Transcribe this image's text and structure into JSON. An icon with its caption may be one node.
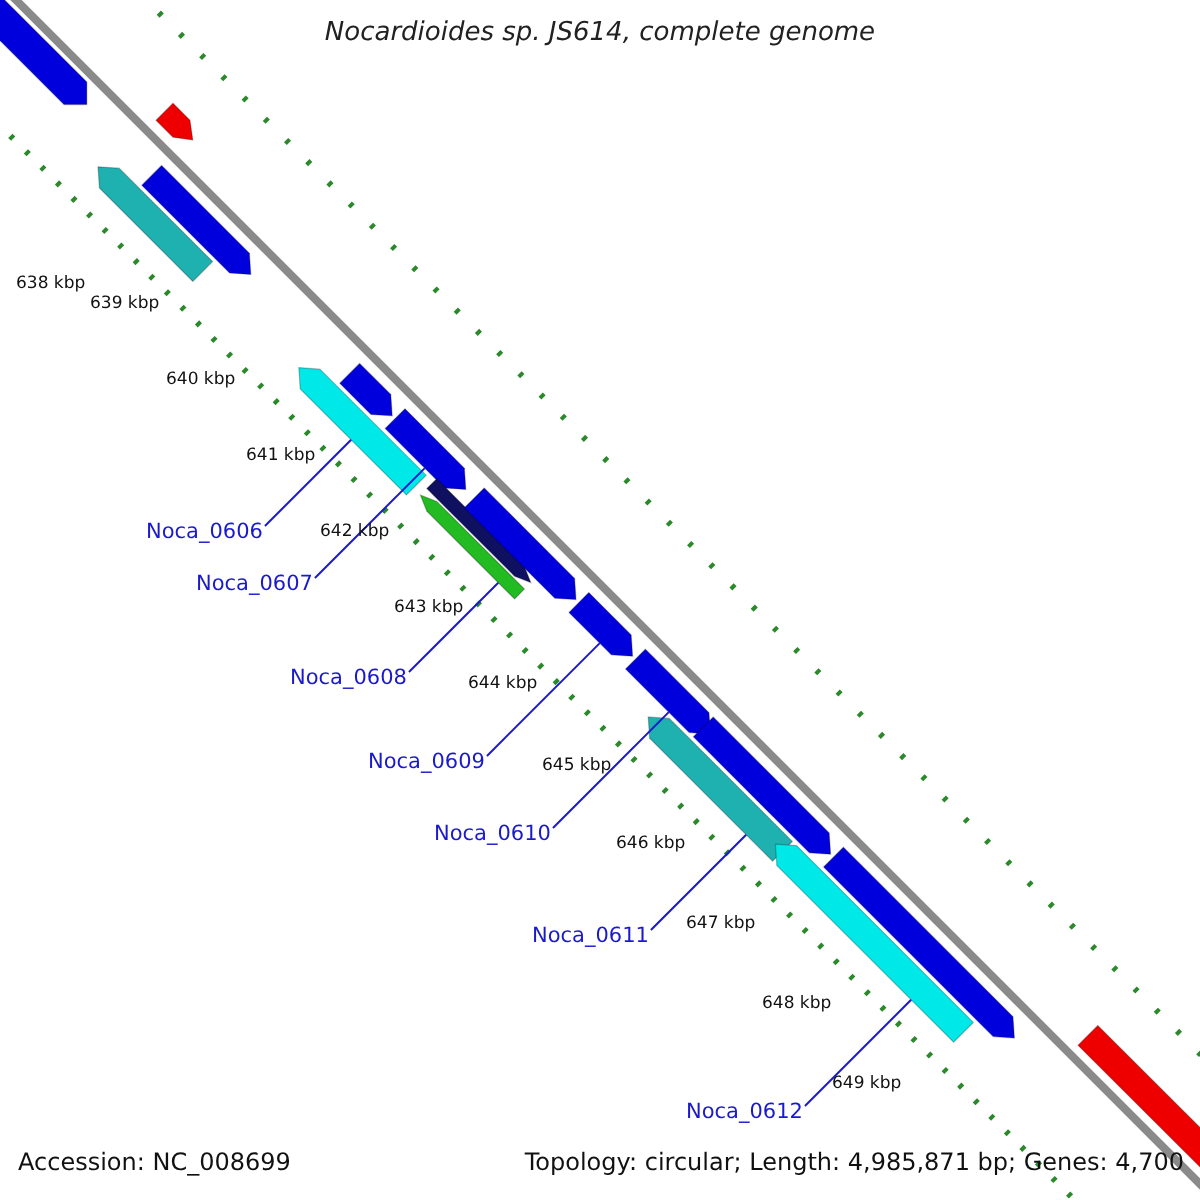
{
  "diagram": {
    "title": "Nocardioides sp. JS614, complete genome",
    "nodes": [
      {
        "text": [
          "Noca_0606"
        ]
      },
      {
        "text": [
          "Noca_0607"
        ]
      },
      {
        "text": [
          "Noca_0608"
        ]
      },
      {
        "text": [
          "Noca_0609"
        ]
      },
      {
        "text": [
          "Noca_0610"
        ]
      },
      {
        "text": [
          "Noca_0611"
        ]
      },
      {
        "text": [
          "Noca_0612"
        ]
      },
      {
        "text": [],
        "shape": "bar"
      },
      {
        "text": [],
        "shape": "bar"
      },
      {
        "text": [],
        "shape": "bar"
      },
      {
        "text": [],
        "shape": "bar"
      },
      {
        "text": [],
        "shape": "bar"
      },
      {
        "text": [],
        "shape": "bar"
      },
      {
        "text": [],
        "shape": "bar"
      },
      {
        "text": [],
        "shape": "bar"
      },
      {
        "text": [],
        "shape": "bar"
      },
      {
        "text": [],
        "shape": "bar"
      },
      {
        "text": [],
        "shape": "bar"
      },
      {
        "text": [],
        "shape": "bar"
      },
      {
        "text": [],
        "shape": "bar"
      },
      {
        "text": [],
        "shape": "bar"
      },
      {
        "text": [],
        "shape": "bar"
      },
      {
        "text": [],
        "shape": "bar"
      },
      {
        "text": [],
        "shape": "bar"
      }
    ],
    "edges": [
      {
        "from": 0,
        "to": 13,
        "arrow": "none"
      },
      {
        "from": 1,
        "to": 12,
        "arrow": "none"
      },
      {
        "from": 2,
        "to": 15,
        "arrow": "none"
      },
      {
        "from": 3,
        "to": 17,
        "arrow": "none"
      },
      {
        "from": 4,
        "to": 18,
        "arrow": "none"
      },
      {
        "from": 5,
        "to": 20,
        "arrow": "none"
      },
      {
        "from": 6,
        "to": 22,
        "arrow": "none"
      }
    ],
    "labels": [
      "638 kbp",
      "639 kbp",
      "640 kbp",
      "641 kbp",
      "642 kbp",
      "643 kbp",
      "644 kbp",
      "645 kbp",
      "646 kbp",
      "647 kbp",
      "648 kbp",
      "649 kbp",
      "Accession: NC_008699",
      "Topology: circular; Length: 4,985,871 bp; Genes: 4,700"
    ]
  }
}
